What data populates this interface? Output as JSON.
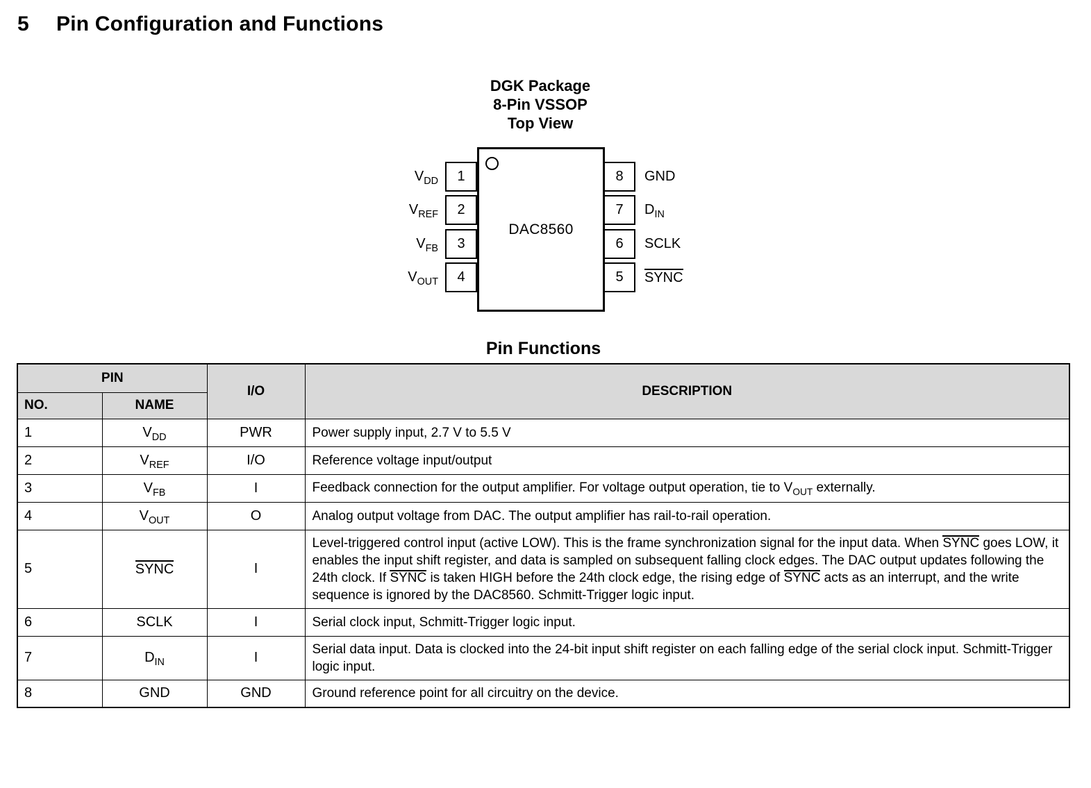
{
  "section": {
    "number": "5",
    "title": "Pin Configuration and Functions"
  },
  "diagram": {
    "heading_lines": [
      "DGK Package",
      "8-Pin VSSOP",
      "Top View"
    ],
    "chip_name": "DAC8560",
    "left_pins": [
      {
        "number": "1",
        "name": {
          "main": "V",
          "sub": "DD",
          "overline": false
        }
      },
      {
        "number": "2",
        "name": {
          "main": "V",
          "sub": "REF",
          "overline": false
        }
      },
      {
        "number": "3",
        "name": {
          "main": "V",
          "sub": "FB",
          "overline": false
        }
      },
      {
        "number": "4",
        "name": {
          "main": "V",
          "sub": "OUT",
          "overline": false
        }
      }
    ],
    "right_pins": [
      {
        "number": "8",
        "name": {
          "main": "GND",
          "sub": "",
          "overline": false
        }
      },
      {
        "number": "7",
        "name": {
          "main": "D",
          "sub": "IN",
          "overline": false
        }
      },
      {
        "number": "6",
        "name": {
          "main": "SCLK",
          "sub": "",
          "overline": false
        }
      },
      {
        "number": "5",
        "name": {
          "main": "SYNC",
          "sub": "",
          "overline": true
        }
      }
    ]
  },
  "table": {
    "title": "Pin Functions",
    "headers": {
      "pin": "PIN",
      "no": "NO.",
      "name": "NAME",
      "io": "I/O",
      "description": "DESCRIPTION"
    },
    "rows": [
      {
        "no": "1",
        "name": {
          "main": "V",
          "sub": "DD",
          "overline": false
        },
        "io": "PWR",
        "description": [
          {
            "text": "Power supply input, 2.7 V to 5.5 V",
            "style": "plain"
          }
        ]
      },
      {
        "no": "2",
        "name": {
          "main": "V",
          "sub": "REF",
          "overline": false
        },
        "io": "I/O",
        "description": [
          {
            "text": "Reference voltage input/output",
            "style": "plain"
          }
        ]
      },
      {
        "no": "3",
        "name": {
          "main": "V",
          "sub": "FB",
          "overline": false
        },
        "io": "I",
        "description": [
          {
            "text": "Feedback connection for the output amplifier. For voltage output operation, tie to V",
            "style": "plain"
          },
          {
            "text": "OUT",
            "style": "sub"
          },
          {
            "text": " externally.",
            "style": "plain"
          }
        ]
      },
      {
        "no": "4",
        "name": {
          "main": "V",
          "sub": "OUT",
          "overline": false
        },
        "io": "O",
        "description": [
          {
            "text": "Analog output voltage from DAC. The output amplifier has rail-to-rail operation.",
            "style": "plain"
          }
        ]
      },
      {
        "no": "5",
        "name": {
          "main": "SYNC",
          "sub": "",
          "overline": true
        },
        "io": "I",
        "description": [
          {
            "text": "Level-triggered control input (active LOW). This is the frame synchronization signal for the input data. When ",
            "style": "plain"
          },
          {
            "text": "SYNC",
            "style": "overline"
          },
          {
            "text": " goes LOW, it enables the input shift register, and data is sampled on subsequent falling clock edges. The DAC output updates following the 24th clock. If ",
            "style": "plain"
          },
          {
            "text": "SYNC",
            "style": "overline"
          },
          {
            "text": " is taken HIGH before the 24th clock edge, the rising edge of ",
            "style": "plain"
          },
          {
            "text": "SYNC",
            "style": "overline"
          },
          {
            "text": " acts as an interrupt, and the write sequence is ignored by the DAC8560. Schmitt-Trigger logic input.",
            "style": "plain"
          }
        ]
      },
      {
        "no": "6",
        "name": {
          "main": "SCLK",
          "sub": "",
          "overline": false
        },
        "io": "I",
        "description": [
          {
            "text": "Serial clock input, Schmitt-Trigger logic input.",
            "style": "plain"
          }
        ]
      },
      {
        "no": "7",
        "name": {
          "main": "D",
          "sub": "IN",
          "overline": false
        },
        "io": "I",
        "description": [
          {
            "text": "Serial data input. Data is clocked into the 24-bit input shift register on each falling edge of the serial clock input. Schmitt-Trigger logic input.",
            "style": "plain"
          }
        ]
      },
      {
        "no": "8",
        "name": {
          "main": "GND",
          "sub": "",
          "overline": false
        },
        "io": "GND",
        "description": [
          {
            "text": "Ground reference point for all circuitry on the device.",
            "style": "plain"
          }
        ]
      }
    ]
  },
  "colors": {
    "header_bg": "#d9d9d9",
    "border": "#000000",
    "text": "#000000",
    "background": "#ffffff"
  }
}
